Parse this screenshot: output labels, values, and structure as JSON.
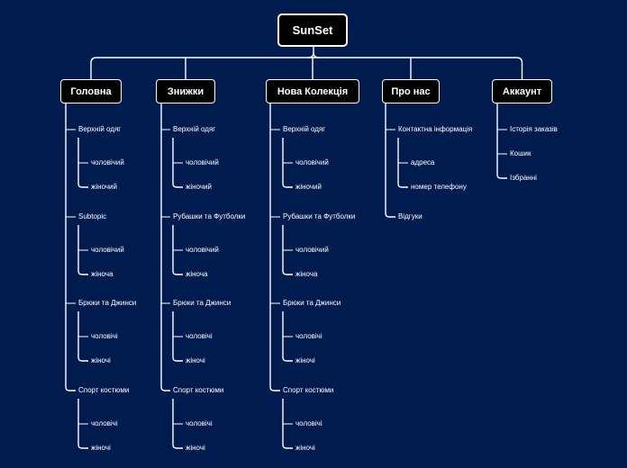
{
  "title": "SunSet",
  "branches": [
    {
      "label": "Головна",
      "groups": [
        {
          "label": "Верхній одяг",
          "items": [
            "чоловічий",
            "жіночий"
          ]
        },
        {
          "label": "Subtopic",
          "items": [
            "чоловічий",
            "жіноча"
          ]
        },
        {
          "label": "Брюки та Джинси",
          "items": [
            "чоловічі",
            "жіночі"
          ]
        },
        {
          "label": "Спорт костюми",
          "items": [
            "чоловічі",
            "жіночі"
          ]
        }
      ]
    },
    {
      "label": "Знижки",
      "groups": [
        {
          "label": "Верхній одяг",
          "items": [
            "чоловічий",
            "жіночий"
          ]
        },
        {
          "label": "Рубашки та Футболки",
          "items": [
            "чоловічий",
            "жіноча"
          ]
        },
        {
          "label": "Брюки та Джинси",
          "items": [
            "чоловічі",
            "жіночі"
          ]
        },
        {
          "label": "Спорт костюми",
          "items": [
            "чоловічі",
            "жіночі"
          ]
        }
      ]
    },
    {
      "label": "Нова Колекція",
      "groups": [
        {
          "label": "Верхній одяг",
          "items": [
            "чоловічий",
            "жіночий"
          ]
        },
        {
          "label": "Рубашки та Футболки",
          "items": [
            "чоловічий",
            "жіноча"
          ]
        },
        {
          "label": "Брюки та Джинси",
          "items": [
            "чоловічі",
            "жіночі"
          ]
        },
        {
          "label": "Спорт костюми",
          "items": [
            "чоловічі",
            "жіночі"
          ]
        }
      ]
    },
    {
      "label": "Про нас",
      "groups": [
        {
          "label": "Контактна інформація",
          "items": [
            "адреса",
            "номер телефону"
          ]
        },
        {
          "label": "Відгуки",
          "items": []
        }
      ]
    },
    {
      "label": "Аккаунт",
      "groups": [
        {
          "label": "Історія заказів",
          "items": []
        },
        {
          "label": "Кошик",
          "items": []
        },
        {
          "label": "Ізбранні",
          "items": []
        }
      ]
    }
  ],
  "colors": {
    "background": "#001b4e",
    "node_fill": "#000000",
    "line": "#ffffff",
    "text": "#ffffff"
  }
}
